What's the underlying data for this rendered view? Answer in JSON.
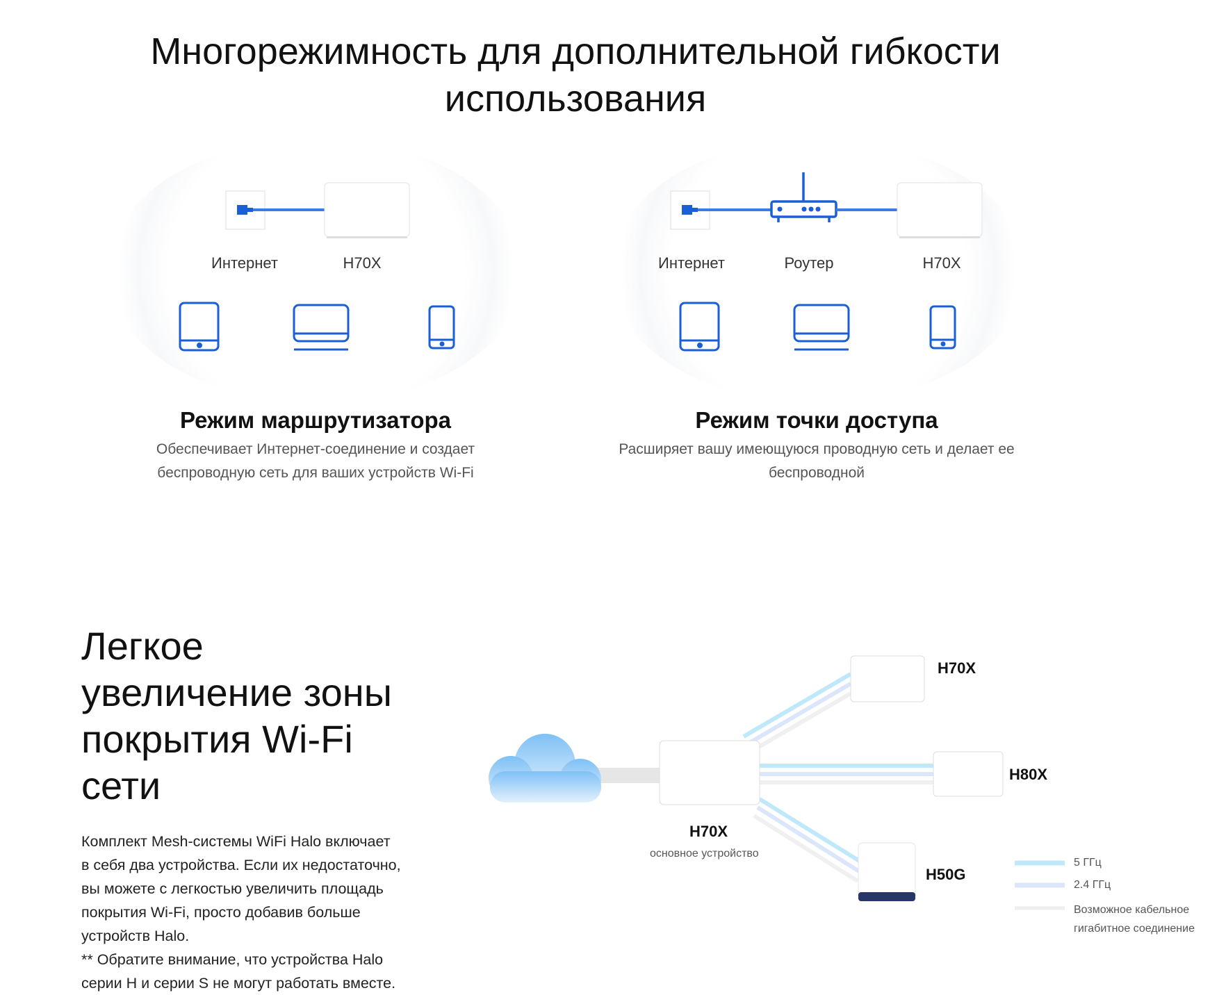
{
  "section1": {
    "title_line1": "Многорежимность для дополнительной гибкости",
    "title_line2": "использования",
    "router_mode": {
      "labels": {
        "internet": "Интернет",
        "device": "H70X"
      },
      "heading": "Режим маршрутизатора",
      "desc_line1": "Обеспечивает Интернет-соединение и создает",
      "desc_line2": "беспроводную сеть для ваших устройств Wi-Fi"
    },
    "ap_mode": {
      "labels": {
        "internet": "Интернет",
        "router": "Роутер",
        "device": "H70X"
      },
      "heading": "Режим точки доступа",
      "desc_line1": "Расширяет вашу имеющуюся проводную сеть и делает ее",
      "desc_line2": "беспроводной"
    },
    "accent_color": "#1a5fd6"
  },
  "section2": {
    "heading_lines": [
      "Легкое",
      "увеличение зоны",
      "покрытия Wi-Fi",
      "сети"
    ],
    "paragraph_lines": [
      "Комплект Mesh-системы WiFi Halo включает",
      "в себя два устройства. Если их недостаточно,",
      "вы можете с легкостью увеличить площадь",
      "покрытия Wi-Fi, просто добавив больше",
      "устройств Halo.",
      "** Обратите внимание, что устройства Halo",
      "серии  H и серии S не могут работать вместе."
    ],
    "diagram": {
      "main_device": "H70X",
      "main_sub": "основное устройство",
      "node1": "H70X",
      "node2": "H80X",
      "node3": "H50G",
      "legend": {
        "band5": "5 ГГц",
        "band24": "2.4 ГГц",
        "cable_line1": "Возможное кабельное",
        "cable_line2": "гигабитное соединение"
      },
      "colors": {
        "band5": "#bfe8fb",
        "band24": "#dbe6fb",
        "cable": "#eeeeee"
      }
    }
  }
}
